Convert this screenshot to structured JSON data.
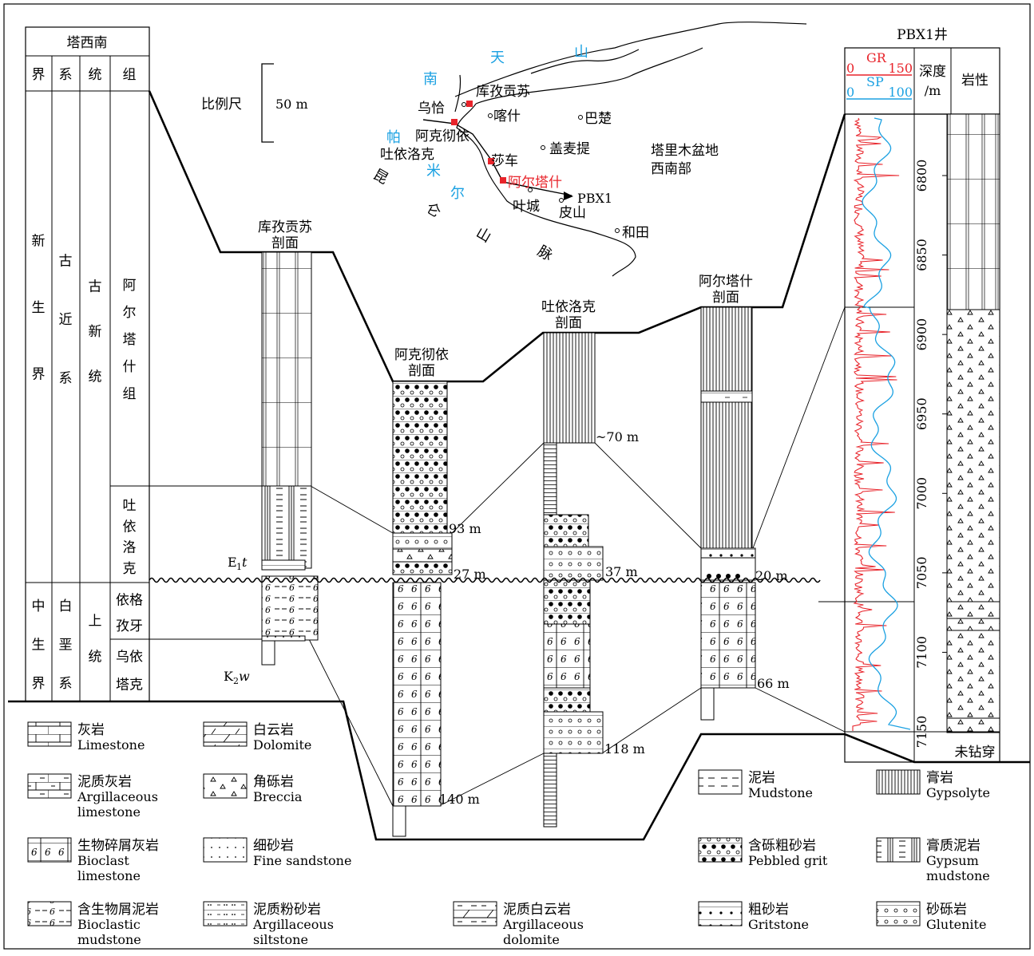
{
  "strat_table": {
    "region": "塔西南",
    "headers": [
      "界",
      "系",
      "统",
      "组"
    ],
    "jie": [
      {
        "text": "新生界",
        "chars": [
          "新",
          "生",
          "界"
        ]
      },
      {
        "text": "中生界",
        "chars": [
          "中",
          "生",
          "界"
        ]
      }
    ],
    "xi": [
      {
        "text": "古近系",
        "chars": [
          "古",
          "近",
          "系"
        ]
      },
      {
        "text": "白垩系",
        "chars": [
          "白",
          "垩",
          "系"
        ]
      }
    ],
    "tong": [
      {
        "text": "古新统",
        "chars": [
          "古",
          "新",
          "统"
        ]
      },
      {
        "text": "上统",
        "chars": [
          "上",
          "统"
        ]
      }
    ],
    "zu": [
      {
        "text": "阿尔塔什组",
        "chars": [
          "阿",
          "尔",
          "塔",
          "什",
          "组"
        ]
      },
      {
        "text": "吐依洛克",
        "chars": [
          "吐",
          "依",
          "洛",
          "克"
        ]
      },
      {
        "text": "依格孜牙",
        "chars": [
          "依格",
          "孜牙"
        ]
      },
      {
        "text": "乌依塔克",
        "chars": [
          "乌依",
          "塔克"
        ]
      }
    ]
  },
  "scale": {
    "label": "比例尺",
    "value": "50 m"
  },
  "map": {
    "places": [
      "乌恰",
      "库孜贡苏",
      "喀什",
      "巴楚",
      "阿克彻依",
      "吐依洛克",
      "莎车",
      "盖麦提",
      "阿尔塔什",
      "叶城",
      "皮山",
      "和田",
      "塔里木盆地",
      "西南部"
    ],
    "well": "PBX1",
    "mountains_blue": [
      "南",
      "天",
      "山",
      "帕",
      "米",
      "尔"
    ],
    "mountains_black": [
      "昆",
      "仑",
      "山",
      "脉"
    ],
    "colors": {
      "blue": "#1ba1e2",
      "red": "#e8242b"
    }
  },
  "sections": [
    {
      "name_lines": [
        "库孜贡苏",
        "剖面"
      ]
    },
    {
      "name_lines": [
        "阿克彻依",
        "剖面"
      ]
    },
    {
      "name_lines": [
        "吐依洛克",
        "剖面"
      ]
    },
    {
      "name_lines": [
        "阿尔塔什",
        "剖面"
      ]
    }
  ],
  "thickness_labels": [
    "93 m",
    "27 m",
    "~70 m",
    "37 m",
    "118 m",
    "140 m",
    "20 m",
    "66 m"
  ],
  "unit_labels": {
    "e1t_main": "E",
    "e1t_sub": "1",
    "e1t_tail": "t",
    "k2w_main": "K",
    "k2w_sub": "2",
    "k2w_tail": "w"
  },
  "well_log": {
    "title": "PBX1井",
    "gr": {
      "label": "GR",
      "min": "0",
      "max": "150",
      "color": "#e8242b"
    },
    "sp": {
      "label": "SP",
      "min": "0",
      "max": "100",
      "color": "#1ba1e2"
    },
    "depth_header": [
      "深度",
      "/m"
    ],
    "lith_header": "岩性",
    "depth_ticks": [
      6800,
      6850,
      6900,
      6950,
      7000,
      7050,
      7100,
      7150
    ],
    "bottom_note": "未钻穿"
  },
  "legend": [
    {
      "cn": "灰岩",
      "en": [
        "Limestone"
      ],
      "pattern": "limestone"
    },
    {
      "cn": "白云岩",
      "en": [
        "Dolomite"
      ],
      "pattern": "dolomite"
    },
    {
      "cn": "泥岩",
      "en": [
        "Mudstone"
      ],
      "pattern": "mudstone"
    },
    {
      "cn": "膏岩",
      "en": [
        "Gypsolyte"
      ],
      "pattern": "gypsum"
    },
    {
      "cn": "泥质灰岩",
      "en": [
        "Argillaceous",
        "limestone"
      ],
      "pattern": "arg_lime"
    },
    {
      "cn": "角砾岩",
      "en": [
        "Breccia"
      ],
      "pattern": "breccia"
    },
    {
      "cn": "生物碎屑灰岩",
      "en": [
        "Bioclast",
        "limestone"
      ],
      "pattern": "bio_lime"
    },
    {
      "cn": "细砂岩",
      "en": [
        "Fine sandstone"
      ],
      "pattern": "fine_sand"
    },
    {
      "cn": "含砾粗砂岩",
      "en": [
        "Pebbled grit"
      ],
      "pattern": "pebbled"
    },
    {
      "cn": "膏质泥岩",
      "en": [
        "Gypsum",
        "mudstone"
      ],
      "pattern": "gyp_mud"
    },
    {
      "cn": "含生物屑泥岩",
      "en": [
        "Bioclastic",
        "mudstone"
      ],
      "pattern": "bio_mud"
    },
    {
      "cn": "泥质粉砂岩",
      "en": [
        "Argillaceous",
        "siltstone"
      ],
      "pattern": "arg_silt"
    },
    {
      "cn": "泥质白云岩",
      "en": [
        "Argillaceous",
        "dolomite"
      ],
      "pattern": "arg_dolo"
    },
    {
      "cn": "粗砂岩",
      "en": [
        "Gritstone"
      ],
      "pattern": "grit"
    },
    {
      "cn": "砂砾岩",
      "en": [
        "Glutenite"
      ],
      "pattern": "glutenite"
    }
  ]
}
